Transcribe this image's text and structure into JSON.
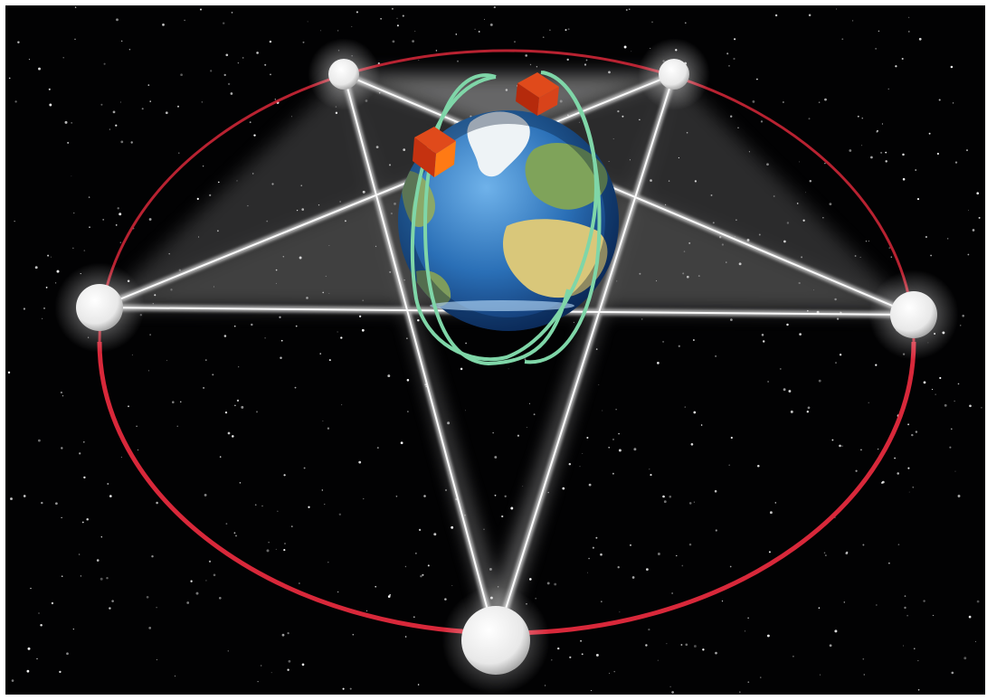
{
  "scene": {
    "subject": "pentagram-constellation-illustration",
    "colors": {
      "frame": "#ffffff",
      "space": "#020203",
      "star": "#ffffff",
      "orbit_ring": "#d8283a",
      "beam": "#ffffff",
      "node": "#f4f4f4",
      "ocean": "#1f5fa8",
      "land": "#d9c77a",
      "ice": "#eef3f6",
      "satellite_orbit": "#7fd6a8",
      "satellite": "#d63a10"
    },
    "nodes": [
      "top-left",
      "top-right",
      "left",
      "right",
      "bottom"
    ],
    "satellites": [
      "left-satellite",
      "right-satellite"
    ]
  }
}
